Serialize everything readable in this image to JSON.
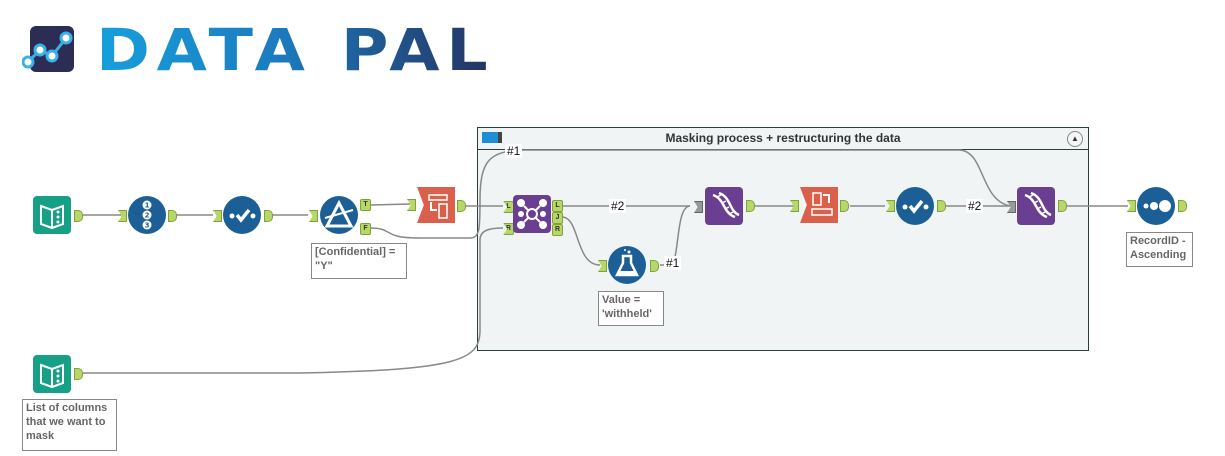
{
  "brand": {
    "name": "DATA PAL"
  },
  "container": {
    "title": "Masking process + restructuring the data",
    "collapse_icon": "chevron-up-icon"
  },
  "tools": {
    "input1": {
      "icon": "input-book-icon"
    },
    "recordid": {
      "icon": "record-id-icon"
    },
    "select1": {
      "icon": "select-check-icon"
    },
    "filter": {
      "icon": "filter-prism-icon",
      "anchors": [
        "T",
        "F"
      ]
    },
    "transpose": {
      "icon": "transpose-icon"
    },
    "join": {
      "icon": "join-icon",
      "in_anchors": [
        "L",
        "R"
      ],
      "out_anchors": [
        "L",
        "J",
        "R"
      ]
    },
    "formula": {
      "icon": "formula-flask-icon"
    },
    "union1": {
      "icon": "union-dna-icon"
    },
    "crosstab": {
      "icon": "crosstab-icon"
    },
    "select2": {
      "icon": "select-check-icon"
    },
    "union2": {
      "icon": "union-dna-icon"
    },
    "sort": {
      "icon": "sort-dots-icon"
    },
    "input2": {
      "icon": "input-book-icon"
    }
  },
  "annotations": {
    "filter": "[Confidential] = \"Y\"",
    "formula": "Value = 'withheld'",
    "sort": "RecordID - Ascending",
    "input2": "List of columns that we want to mask"
  },
  "wire_labels": {
    "a": "#1",
    "b": "#2",
    "c": "#1",
    "d": "#2"
  }
}
